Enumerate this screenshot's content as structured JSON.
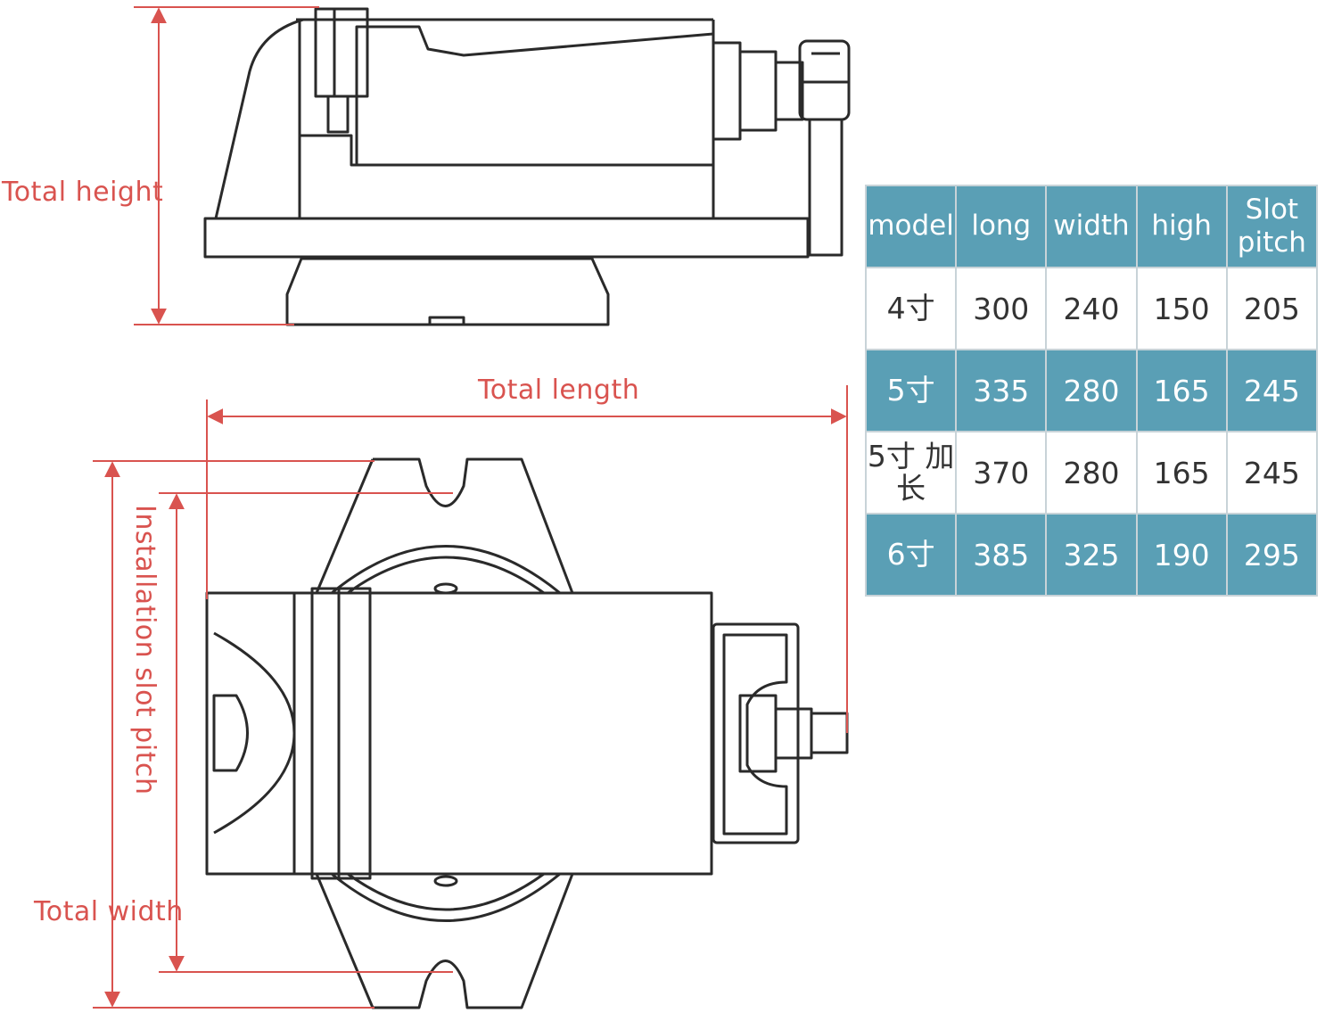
{
  "labels": {
    "total_height": "Total height",
    "total_length": "Total length",
    "total_width": "Total width",
    "installation_slot_pitch": "Installation slot pitch"
  },
  "colors": {
    "dimension": "#d9534f",
    "table_teal": "#5a9fb5",
    "outline": "#2a2a2a"
  },
  "table": {
    "headers": [
      "model",
      "long",
      "width",
      "high",
      "Slot pitch"
    ],
    "rows": [
      [
        "4寸",
        "300",
        "240",
        "150",
        "205"
      ],
      [
        "5寸",
        "335",
        "280",
        "165",
        "245"
      ],
      [
        "5寸 加长",
        "370",
        "280",
        "165",
        "245"
      ],
      [
        "6寸",
        "385",
        "325",
        "190",
        "295"
      ]
    ]
  }
}
